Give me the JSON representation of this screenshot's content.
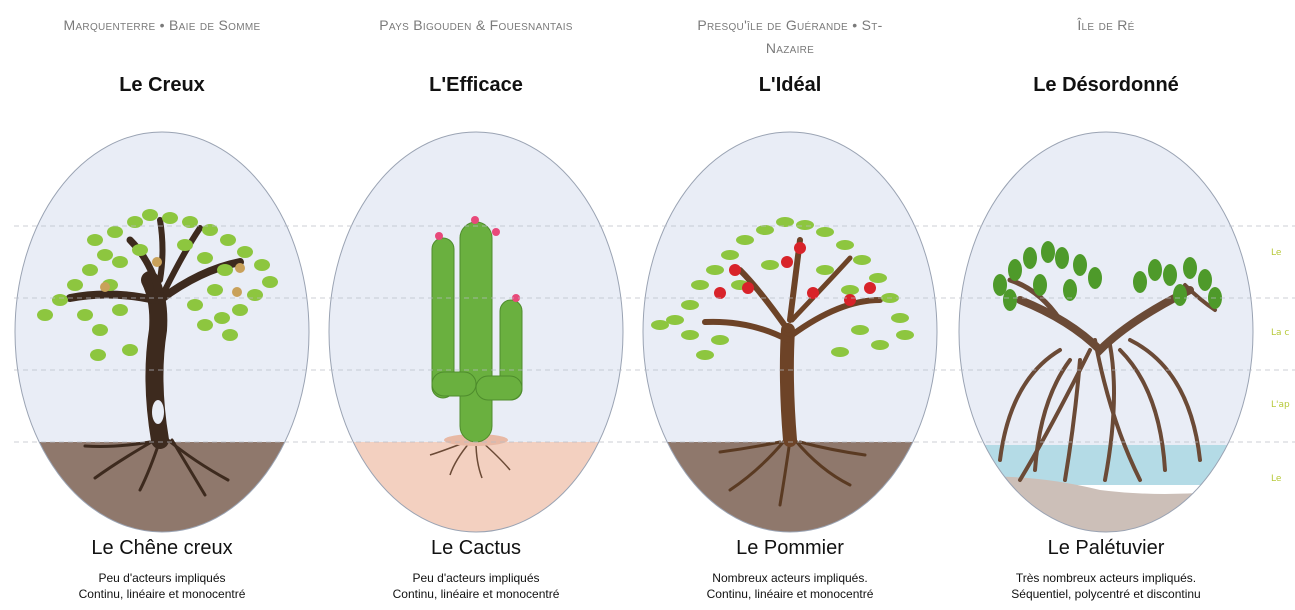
{
  "panels": [
    {
      "region": "Marquenterre • Baie de Somme",
      "label": "Le Creux",
      "tree_name": "Le Chêne creux",
      "desc_line1": "Peu d'acteurs impliqués",
      "desc_line2": "Continu, linéaire et monocentré"
    },
    {
      "region": "Pays Bigouden & Fouesnantais",
      "label": "L'Efficace",
      "tree_name": "Le Cactus",
      "desc_line1": "Peu d'acteurs impliqués",
      "desc_line2": "Continu, linéaire et monocentré"
    },
    {
      "region": "Presqu'île de Guérande • St-Nazaire",
      "label": "L'Idéal",
      "tree_name": "Le Pommier",
      "desc_line1": "Nombreux acteurs impliqués.",
      "desc_line2": "Continu, linéaire et monocentré"
    },
    {
      "region": "Île de Ré",
      "label": "Le Désordonné",
      "tree_name": "Le Palétuvier",
      "desc_line1": "Très nombreux acteurs impliqués.",
      "desc_line2": "Séquentiel, polycentré et discontinu"
    }
  ],
  "side_labels": [
    "Le",
    "La c",
    "L'ap",
    "Le"
  ],
  "colors": {
    "sky": "#e9edf6",
    "soil_brown": "#8f786c",
    "soil_sand": "#f3d0c0",
    "water": "#b4dbe6",
    "mud": "#ccbfb8",
    "leaf": "#8dc63f",
    "leaf_dark": "#4e9a2a",
    "trunk": "#5a3a22",
    "trunk_apple": "#6d4327",
    "cactus": "#6ab03f",
    "apple": "#d8232a",
    "flower": "#e8497a",
    "side_label": "#b7c93a"
  }
}
